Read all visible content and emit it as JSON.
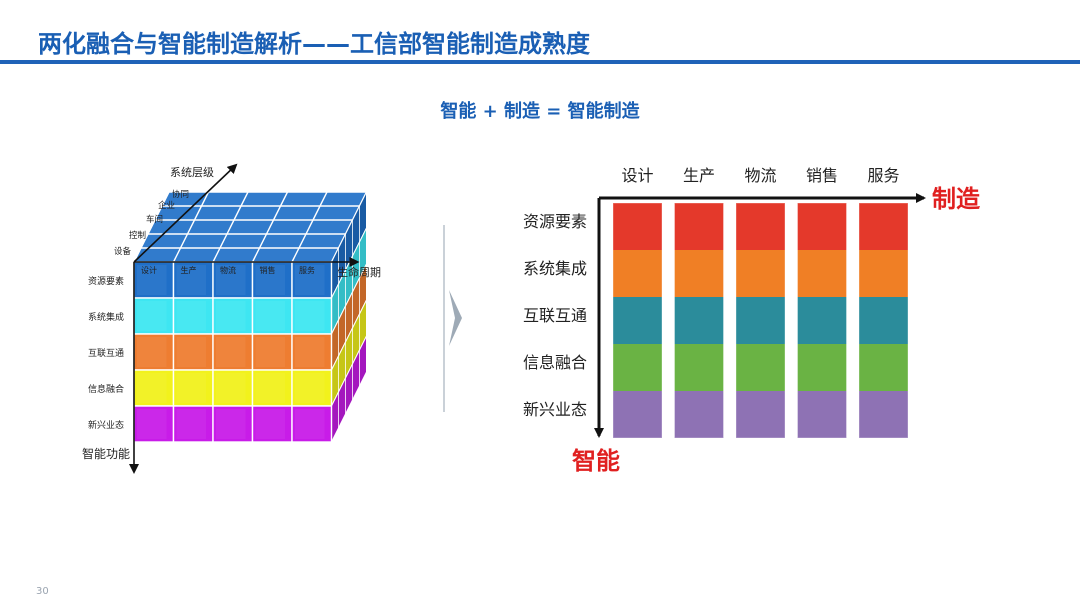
{
  "slide": {
    "title": "两化融合与智能制造解析——工信部智能制造成熟度",
    "subtitle": "智能 + 制造 = 智能制造",
    "page_number": "30"
  },
  "cube": {
    "depth_axis_label": "系统层级",
    "depth_levels": [
      "协同",
      "企业",
      "车间",
      "控制",
      "设备"
    ],
    "lifecycle_axis_label": "生命周期",
    "lifecycle_items": [
      "设计",
      "生产",
      "物流",
      "销售",
      "服务"
    ],
    "function_axis_label": "智能功能",
    "layers": [
      {
        "label": "资源要素",
        "color": "#1f6fc8"
      },
      {
        "label": "系统集成",
        "color": "#3ee6f2"
      },
      {
        "label": "互联互通",
        "color": "#ee7d31"
      },
      {
        "label": "信息融合",
        "color": "#f2f21c"
      },
      {
        "label": "新兴业态",
        "color": "#c81ce8"
      }
    ]
  },
  "grid": {
    "column_headers": [
      "设计",
      "生产",
      "物流",
      "销售",
      "服务"
    ],
    "row_labels": [
      "资源要素",
      "系统集成",
      "互联互通",
      "信息融合",
      "新兴业态"
    ],
    "row_colors": [
      "#e4392b",
      "#f07f25",
      "#2b8c9b",
      "#6ab344",
      "#8e72b4"
    ],
    "x_axis_label": "制造",
    "y_axis_label": "智能",
    "axis_label_color": "#e02020"
  }
}
